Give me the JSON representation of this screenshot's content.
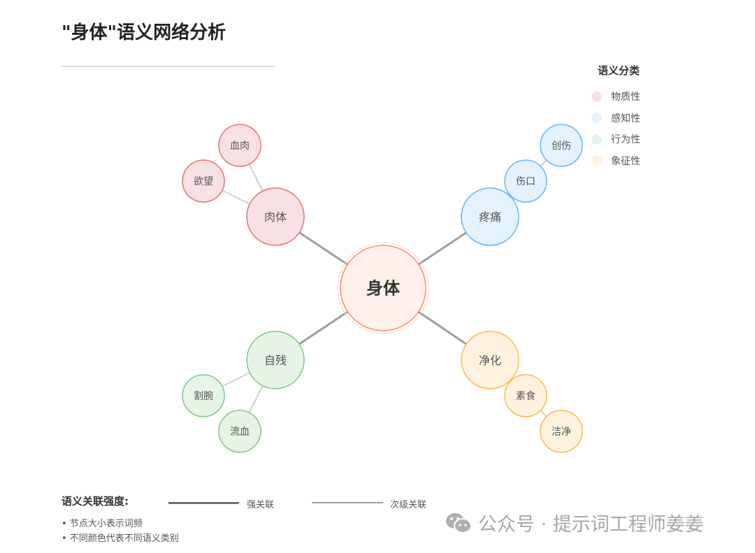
{
  "title": "\"身体\"语义网络分析",
  "legend": {
    "title": "语义分类",
    "items": [
      {
        "label": "物质性",
        "color": "#f8e1e3"
      },
      {
        "label": "感知性",
        "color": "#e3f2fd"
      },
      {
        "label": "行为性",
        "color": "#e6f4e7"
      },
      {
        "label": "象征性",
        "color": "#fff3e0"
      }
    ]
  },
  "colors": {
    "center": {
      "stroke": "#ff8a65",
      "fill": "#fff0eb"
    },
    "物质性": {
      "stroke": "#e57373",
      "fill": "#f8e1e3"
    },
    "感知性": {
      "stroke": "#64b5f6",
      "fill": "#e3f2fd"
    },
    "行为性": {
      "stroke": "#81c784",
      "fill": "#e6f4e7"
    },
    "象征性": {
      "stroke": "#ffb74d",
      "fill": "#fff3e0"
    }
  },
  "network": {
    "center": {
      "label": "身体"
    },
    "primary": [
      {
        "label": "肉体",
        "category": "物质性",
        "children": [
          "血肉",
          "欲望"
        ]
      },
      {
        "label": "疼痛",
        "category": "感知性",
        "children": [
          "创伤",
          "伤口"
        ]
      },
      {
        "label": "自残",
        "category": "行为性",
        "children": [
          "割腕",
          "流血"
        ]
      },
      {
        "label": "净化",
        "category": "象征性",
        "children": [
          "素食",
          "洁净"
        ]
      }
    ]
  },
  "strength_legend": {
    "title": "语义关联强度:",
    "strong": "强关联",
    "secondary": "次级关联",
    "notes": [
      "• 节点大小表示词频",
      "• 不同颜色代表不同语义类别"
    ]
  },
  "watermark": "公众号 · 提示词工程师姜姜"
}
